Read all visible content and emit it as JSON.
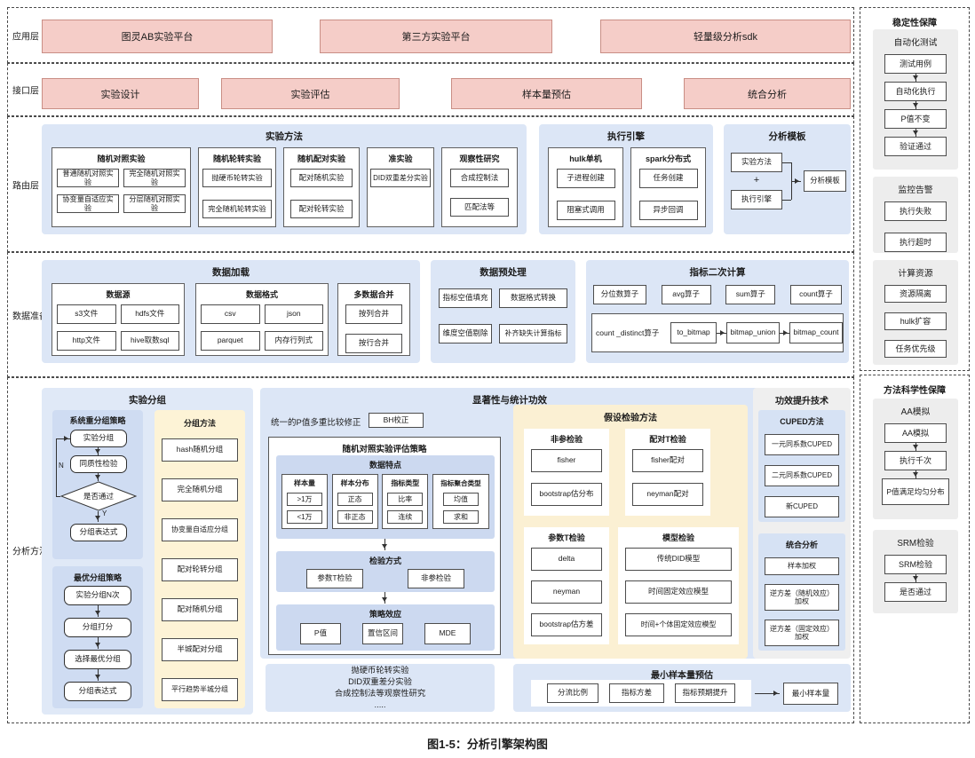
{
  "caption": "图1-5：分析引擎架构图",
  "palette": {
    "pink_fill": "#f5cdc8",
    "pink_border": "#c98e85",
    "blue_panel": "#dce6f6",
    "blue_inner": "#cfdcf2",
    "yellow_panel": "#fdf3d6",
    "gray_panel": "#ededed",
    "line": "#333333"
  },
  "app": {
    "label": "应用层",
    "boxes": [
      "图灵AB实验平台",
      "第三方实验平台",
      "轻量级分析sdk"
    ]
  },
  "iface": {
    "label": "接口层",
    "boxes": [
      "实验设计",
      "实验评估",
      "样本量预估",
      "统合分析"
    ]
  },
  "routing": {
    "label": "路由层",
    "exp": {
      "title": "实验方法",
      "groups": [
        {
          "title": "随机对照实验",
          "items": [
            "普通随机对照实验",
            "完全随机对照实验",
            "协变量自适应实验",
            "分层随机对照实验"
          ]
        },
        {
          "title": "随机轮转实验",
          "items": [
            "抛硬币轮转实验",
            "完全随机轮转实验"
          ]
        },
        {
          "title": "随机配对实验",
          "items": [
            "配对随机实验",
            "配对轮转实验"
          ]
        },
        {
          "title": "准实验",
          "items": [
            "DID双重差分实验"
          ]
        },
        {
          "title": "观察性研究",
          "items": [
            "合成控制法",
            "匹配法等"
          ]
        }
      ]
    },
    "engine": {
      "title": "执行引擎",
      "groups": [
        {
          "title": "hulk单机",
          "items": [
            "子进程创建",
            "阻塞式调用"
          ]
        },
        {
          "title": "spark分布式",
          "items": [
            "任务创建",
            "异步回调"
          ]
        }
      ]
    },
    "template": {
      "title": "分析模板",
      "a": "实验方法",
      "plus": "+",
      "b": "执行引擎",
      "out": "分析模板"
    }
  },
  "prep": {
    "label": "数据准备",
    "loading": {
      "title": "数据加载",
      "groups": [
        {
          "title": "数据源",
          "items": [
            "s3文件",
            "hdfs文件",
            "http文件",
            "hive取数sql"
          ]
        },
        {
          "title": "数据格式",
          "items": [
            "csv",
            "json",
            "parquet",
            "内存行列式"
          ]
        },
        {
          "title": "多数据合并",
          "items": [
            "按列合并",
            "按行合并"
          ]
        }
      ]
    },
    "pre": {
      "title": "数据预处理",
      "items": [
        "指标空值填充",
        "数据格式转换",
        "维度空值剔除",
        "补齐缺失计算指标"
      ]
    },
    "metric": {
      "title": "指标二次计算",
      "ops": [
        "分位数算子",
        "avg算子",
        "sum算子",
        "count算子"
      ],
      "flow": {
        "label": "count _distinct算子",
        "steps": [
          "to_bitmap",
          "bitmap_union",
          "bitmap_count"
        ]
      }
    }
  },
  "analysis": {
    "label": "分析方法",
    "grouping": {
      "title": "实验分组",
      "regroup": {
        "title": "系统重分组策略",
        "n1": "实验分组",
        "n2": "同质性检验",
        "decision": "是否通过",
        "yes": "Y",
        "no": "N",
        "end": "分组表达式"
      },
      "optimal": {
        "title": "最优分组策略",
        "steps": [
          "实验分组N次",
          "分组打分",
          "选择最优分组",
          "分组表达式"
        ]
      },
      "methods": {
        "title": "分组方法",
        "items": [
          "hash随机分组",
          "完全随机分组",
          "协变量自适应分组",
          "配对轮转分组",
          "配对随机分组",
          "半城配对分组",
          "平行趋势半城分组"
        ]
      }
    },
    "sig": {
      "title": "显著性与统计功效",
      "corr": {
        "label": "统一的P值多重比较修正",
        "box": "BH校正"
      },
      "rct": {
        "title": "随机对照实验评估策略",
        "traits": {
          "title": "数据特点",
          "groups": [
            {
              "title": "样本量",
              "items": [
                ">1万",
                "<1万"
              ]
            },
            {
              "title": "样本分布",
              "items": [
                "正态",
                "非正态"
              ]
            },
            {
              "title": "指标类型",
              "items": [
                "比率",
                "连续"
              ]
            },
            {
              "title": "指标聚合类型",
              "items": [
                "均值",
                "求和"
              ]
            }
          ]
        },
        "test": {
          "title": "检验方式",
          "items": [
            "参数T检验",
            "非参检验"
          ]
        },
        "effect": {
          "title": "策略效应",
          "items": [
            "P值",
            "置信区间",
            "MDE"
          ]
        }
      },
      "note": {
        "lines": [
          "抛硬币轮转实验",
          "DID双重差分实验",
          "合成控制法等观察性研究",
          "....."
        ]
      }
    },
    "hyp": {
      "title": "假设检验方法",
      "groups": [
        {
          "title": "非参检验",
          "items": [
            "fisher",
            "bootstrap估分布"
          ]
        },
        {
          "title": "配对T检验",
          "items": [
            "fisher配对",
            "neyman配对"
          ]
        },
        {
          "title": "参数T检验",
          "items": [
            "delta",
            "neyman",
            "bootstrap估方差"
          ]
        },
        {
          "title": "模型检验",
          "items": [
            "传统DID模型",
            "时间固定效应模型",
            "时间+个体固定效应模型"
          ]
        }
      ]
    },
    "power": {
      "title": "功效提升技术",
      "cuped": {
        "title": "CUPED方法",
        "items": [
          "一元同系数CUPED",
          "二元同系数CUPED",
          "新CUPED"
        ]
      },
      "meta": {
        "title": "统合分析",
        "items": [
          "样本加权",
          "逆方差（随机效应）加权",
          "逆方差（固定效应）加权"
        ]
      }
    },
    "minsample": {
      "title": "最小样本量预估",
      "inputs": [
        "分流比例",
        "指标方差",
        "指标预期提升"
      ],
      "output": "最小样本量"
    }
  },
  "right": {
    "stability": {
      "title": "稳定性保障",
      "auto_test": {
        "title": "自动化测试",
        "items": [
          "测试用例",
          "自动化执行",
          "P值不变",
          "验证通过"
        ]
      },
      "monitoring": {
        "title": "监控告警",
        "items": [
          "执行失败",
          "执行超时"
        ]
      },
      "compute": {
        "title": "计算资源",
        "items": [
          "资源隔离",
          "hulk扩容",
          "任务优先级"
        ]
      }
    },
    "scientific": {
      "title": "方法科学性保障",
      "aa_sim": {
        "title": "AA模拟",
        "items": [
          "AA模拟",
          "执行千次",
          "P值满足均匀分布"
        ]
      },
      "srm": {
        "title": "SRM检验",
        "items": [
          "SRM检验",
          "是否通过"
        ]
      }
    }
  }
}
